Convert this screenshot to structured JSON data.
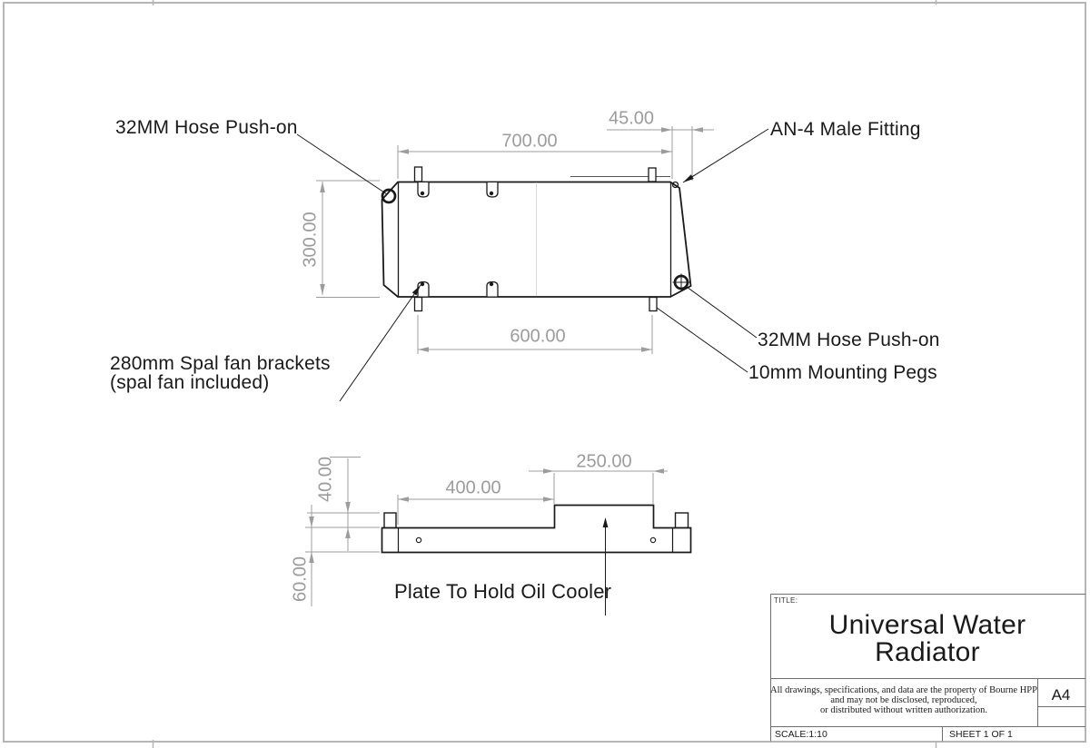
{
  "annotations": {
    "hose_push_on_top": "32MM Hose Push-on",
    "an4_fitting": "AN-4 Male Fitting",
    "hose_push_on_right": "32MM Hose Push-on",
    "mounting_pegs": "10mm Mounting Pegs",
    "spal_brackets_line1": "280mm Spal fan brackets",
    "spal_brackets_line2": "(spal fan included)",
    "oil_cooler_plate": "Plate To Hold Oil Cooler"
  },
  "dimensions": {
    "top_width": "700.00",
    "right_tank_width": "45.00",
    "height": "300.00",
    "bottom_width": "600.00",
    "side_left_length": "400.00",
    "side_plate_length": "250.00",
    "peg_height": "40.00",
    "core_thickness": "60.00"
  },
  "title_block": {
    "title_label": "TITLE:",
    "title_line1": "Universal Water",
    "title_line2": "Radiator",
    "disclaimer_line1": "All drawings, specifications, and data are the property of Bourne HPP",
    "disclaimer_line2": "and may not be disclosed, reproduced,",
    "disclaimer_line3": "or distributed without written authorization.",
    "paper_size": "A4",
    "scale": "SCALE:1:10",
    "sheet": "SHEET 1 OF 1"
  },
  "colors": {
    "line": "#1a1a1a",
    "dimension": "#9c9c9c",
    "border": "#b5b5b5"
  }
}
